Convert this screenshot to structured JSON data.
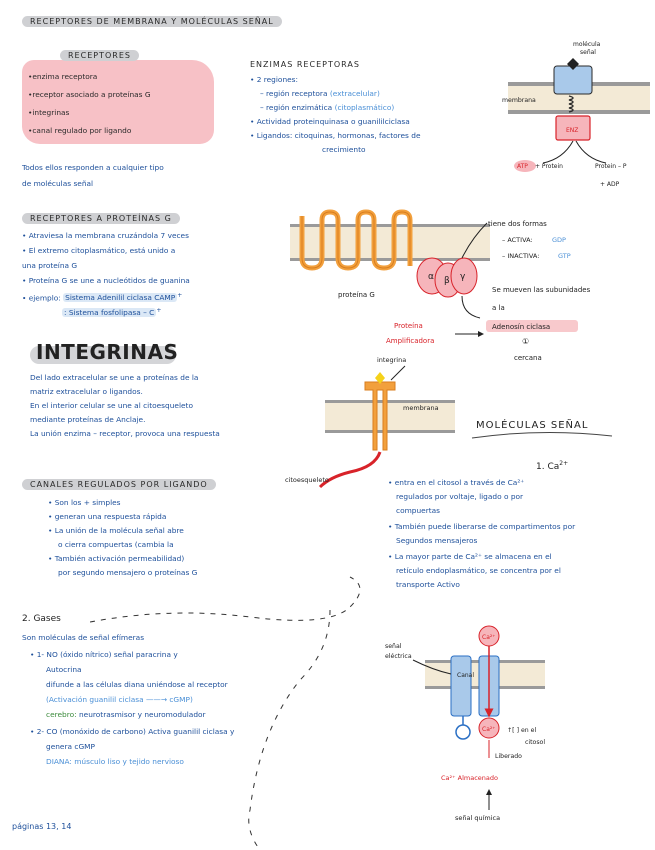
{
  "header": {
    "title": "RECEPTORES DE MEMBRANA Y MOLÉCULAS SEÑAL"
  },
  "receptores": {
    "title": "RECEPTORES",
    "items": [
      "•enzima receptora",
      "•receptor asociado a proteínas G",
      "•integrinas",
      "•canal regulado por ligando"
    ],
    "note_line1": "Todos ellos responden a cualquier tipo",
    "note_line2": "de moléculas señal"
  },
  "enzimas": {
    "title": "ENZIMAS RECEPTORAS",
    "line1": "• 2 regiones:",
    "line2a": "– región receptora",
    "line2b": "(extracelular)",
    "line3a": "– región enzimática",
    "line3b": "(citoplasmático)",
    "line4": "• Actividad proteinquinasa o guanililciclasa",
    "line5": "• Ligandos: citoquinas, hormonas, factores de",
    "line6": "crecimiento"
  },
  "diagram1": {
    "molecule_label_1": "molécula",
    "molecule_label_2": "señal",
    "membrane_label": "membrana",
    "enzyme_label": "ENZ",
    "atp_label": "ATP",
    "protein_label": "+ Protein",
    "product_label": "Protein – P",
    "adp_label": "+ ADP"
  },
  "proteinaG": {
    "title": "RECEPTORES A PROTEÍNAS G",
    "lines": [
      "• Atraviesa la membrana cruzándola 7 veces",
      "• El extremo citoplasmático, está unido a",
      "una proteína G",
      "• Proteína G se une a nucleótidos de guanina",
      "• ejemplo:"
    ],
    "example1": "Sistema Adenilil ciclasa CAMP",
    "example2": ": Sistema fosfolipasa – C"
  },
  "diagram2": {
    "forms": "tiene dos formas",
    "active": "– ACTIVA:",
    "active_val": "GDP",
    "inactive": "– INACTIVA:",
    "inactive_val": "GTP",
    "protein_g": "proteína G",
    "alpha": "α",
    "beta": "β",
    "gamma": "γ",
    "move1": "Se mueven las subunidades",
    "move2": "a la",
    "prot_amp1": "Proteína",
    "prot_amp2": "Amplificadora",
    "adenosin": "Adenosín ciclasa",
    "circle_num": "①",
    "cercana": "cercana"
  },
  "integrinas": {
    "title": "INTEGRINAS",
    "lines": [
      "Del lado extracelular se une a proteínas de la",
      "matriz extracelular o ligandos.",
      "En el interior celular se une al citoesqueleto",
      "mediante proteínas de Anclaje.",
      "La unión enzima – receptor, provoca una respuesta"
    ],
    "label_integrina": "integrina",
    "label_membrana": "membrana",
    "label_cito": "citoesqueleto"
  },
  "moleculas": {
    "title": "MOLÉCULAS SEÑAL",
    "item1": "1. Ca",
    "item1_sup": "2+"
  },
  "canales": {
    "title": "CANALES REGULADOS POR LIGANDO",
    "lines": [
      "• Son los + simples",
      "• generan una respuesta rápida",
      "• La unión de la molécula señal abre",
      "o cierra compuertas (cambia la",
      "• También activación     permeabilidad)",
      "por segundo mensajero o proteínas G"
    ]
  },
  "calcio": {
    "lines": [
      "• entra en el citosol a través de Ca²⁺",
      "regulados por voltaje, ligado o por",
      "compuertas",
      "• También puede liberarse de compartimentos por",
      "Segundos mensajeros",
      "• La mayor parte de Ca²⁺ se almacena en el",
      "retículo endoplasmático, se concentra por el",
      "transporte Activo"
    ]
  },
  "gases": {
    "title": "2. Gases",
    "line1": "Son moléculas de señal efímeras",
    "line2": "• 1- NO (óxido nítrico) señal paracrina y",
    "line3": "Autocrina",
    "line4": "difunde a las células diana uniéndose al receptor",
    "line5": "(Activación guanilil ciclasa ——→ cGMP)",
    "line6a": "cerebro:",
    "line6b": "neurotrasmisor y neuromodulador",
    "line7": "• 2- CO (monóxido de carbono) Activa guanilil ciclasa y",
    "line8": "genera cGMP",
    "line9a": "DIANA:",
    "line9b": "músculo liso y tejido nervioso"
  },
  "diagram4": {
    "signal_elec_1": "señal",
    "signal_elec_2": "eléctrica",
    "channel": "Canal",
    "ca_top": "Ca²⁺",
    "ca_mid": "Ca²⁺",
    "conc_1": "↑[ ] en el",
    "conc_2": "citosol",
    "liberado": "Liberado",
    "almacenado": "Ca²⁺ Almacenado",
    "quimica": "señal química"
  },
  "footer": {
    "pages": "páginas 13, 14"
  }
}
